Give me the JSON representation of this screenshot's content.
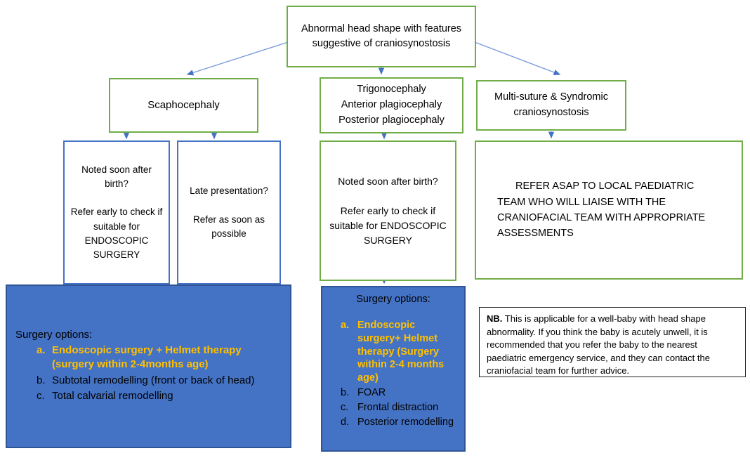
{
  "colors": {
    "branch_border_green": "#70AD47",
    "decision_border_blue": "#4472C4",
    "surgery_fill_blue": "#4472C4",
    "surgery_border_blue": "#2F5597",
    "highlight_orange": "#FFC000",
    "arrow_blue": "#4472C4",
    "note_border_black": "#1f1f1f"
  },
  "flowchart": {
    "root": {
      "text": "Abnormal head shape with features\nsuggestive of craniosynostosis"
    },
    "branch_scaphocephaly": {
      "label": "Scaphocephaly"
    },
    "branch_trigonocephaly": {
      "label": "Trigonocephaly\nAnterior plagiocephaly\nPosterior plagiocephaly"
    },
    "branch_multisuture": {
      "label": "Multi-suture & Syndromic\ncraniosynostosis"
    },
    "decision_noted_early_left": {
      "text": "Noted soon after birth?\n\nRefer early to check if suitable for ENDOSCOPIC SURGERY"
    },
    "decision_late_presentation": {
      "text": "Late presentation?\n\nRefer as soon as possible"
    },
    "decision_noted_early_mid": {
      "text": "Noted soon after birth?\n\nRefer early to check if suitable for ENDOSCOPIC SURGERY"
    },
    "refer_asap": {
      "text": "REFER ASAP TO LOCAL PAEDIATRIC TEAM WHO WILL LIAISE WITH THE CRANIOFACIAL TEAM WITH APPROPRIATE ASSESSMENTS"
    },
    "surgery_left": {
      "heading": "Surgery options:",
      "items": [
        {
          "marker": "a.",
          "text": "Endoscopic surgery + Helmet therapy (surgery within 2-4months age)",
          "highlight": true
        },
        {
          "marker": "b.",
          "text": "Subtotal remodelling (front or back of head)",
          "highlight": false
        },
        {
          "marker": "c.",
          "text": "Total calvarial remodelling",
          "highlight": false
        }
      ]
    },
    "surgery_mid": {
      "heading": "Surgery options:",
      "items": [
        {
          "marker": "a.",
          "text": "Endoscopic surgery+ Helmet therapy (Surgery within 2-4 months age)",
          "highlight": true
        },
        {
          "marker": "b.",
          "text": "FOAR",
          "highlight": false
        },
        {
          "marker": "c.",
          "text": "Frontal distraction",
          "highlight": false
        },
        {
          "marker": "d.",
          "text": "Posterior remodelling",
          "highlight": false
        }
      ]
    },
    "note": {
      "prefix": "NB.",
      "text": " This is applicable for a well-baby with head shape abnormality. If you think the baby is acutely unwell, it is recommended that you refer the baby to the nearest paediatric emergency service, and they can contact the craniofacial team for further advice."
    }
  }
}
